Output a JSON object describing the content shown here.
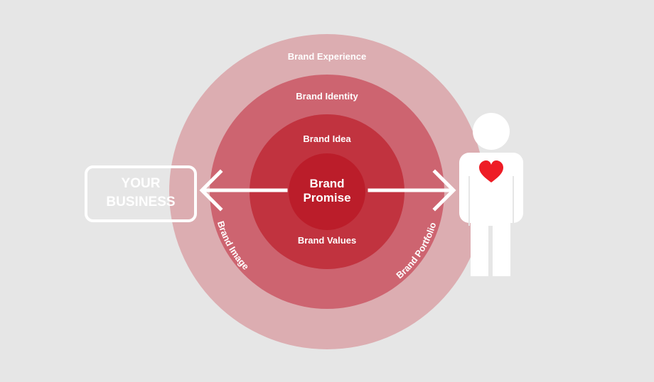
{
  "colors": {
    "background": "#e6e6e6",
    "ring_outer": "#dcadb1",
    "ring_second": "#cd6470",
    "ring_third": "#c1333f",
    "core": "#bb1d2a",
    "arrow": "#ffffff",
    "person": "#ffffff",
    "heart": "#ee1c25"
  },
  "rings": {
    "outer": {
      "label": "Brand Experience"
    },
    "identity": {
      "label": "Brand Identity"
    },
    "image": {
      "label": "Brand Image"
    },
    "portfolio": {
      "label": "Brand Portfolio"
    },
    "idea": {
      "label": "Brand Idea"
    },
    "values": {
      "label": "Brand Values"
    }
  },
  "core": {
    "line1": "Brand",
    "line2": "Promise"
  },
  "business": {
    "line1": "YOUR",
    "line2": "BUSINESS"
  },
  "icons": {
    "person": "person-icon",
    "heart": "heart-icon"
  }
}
